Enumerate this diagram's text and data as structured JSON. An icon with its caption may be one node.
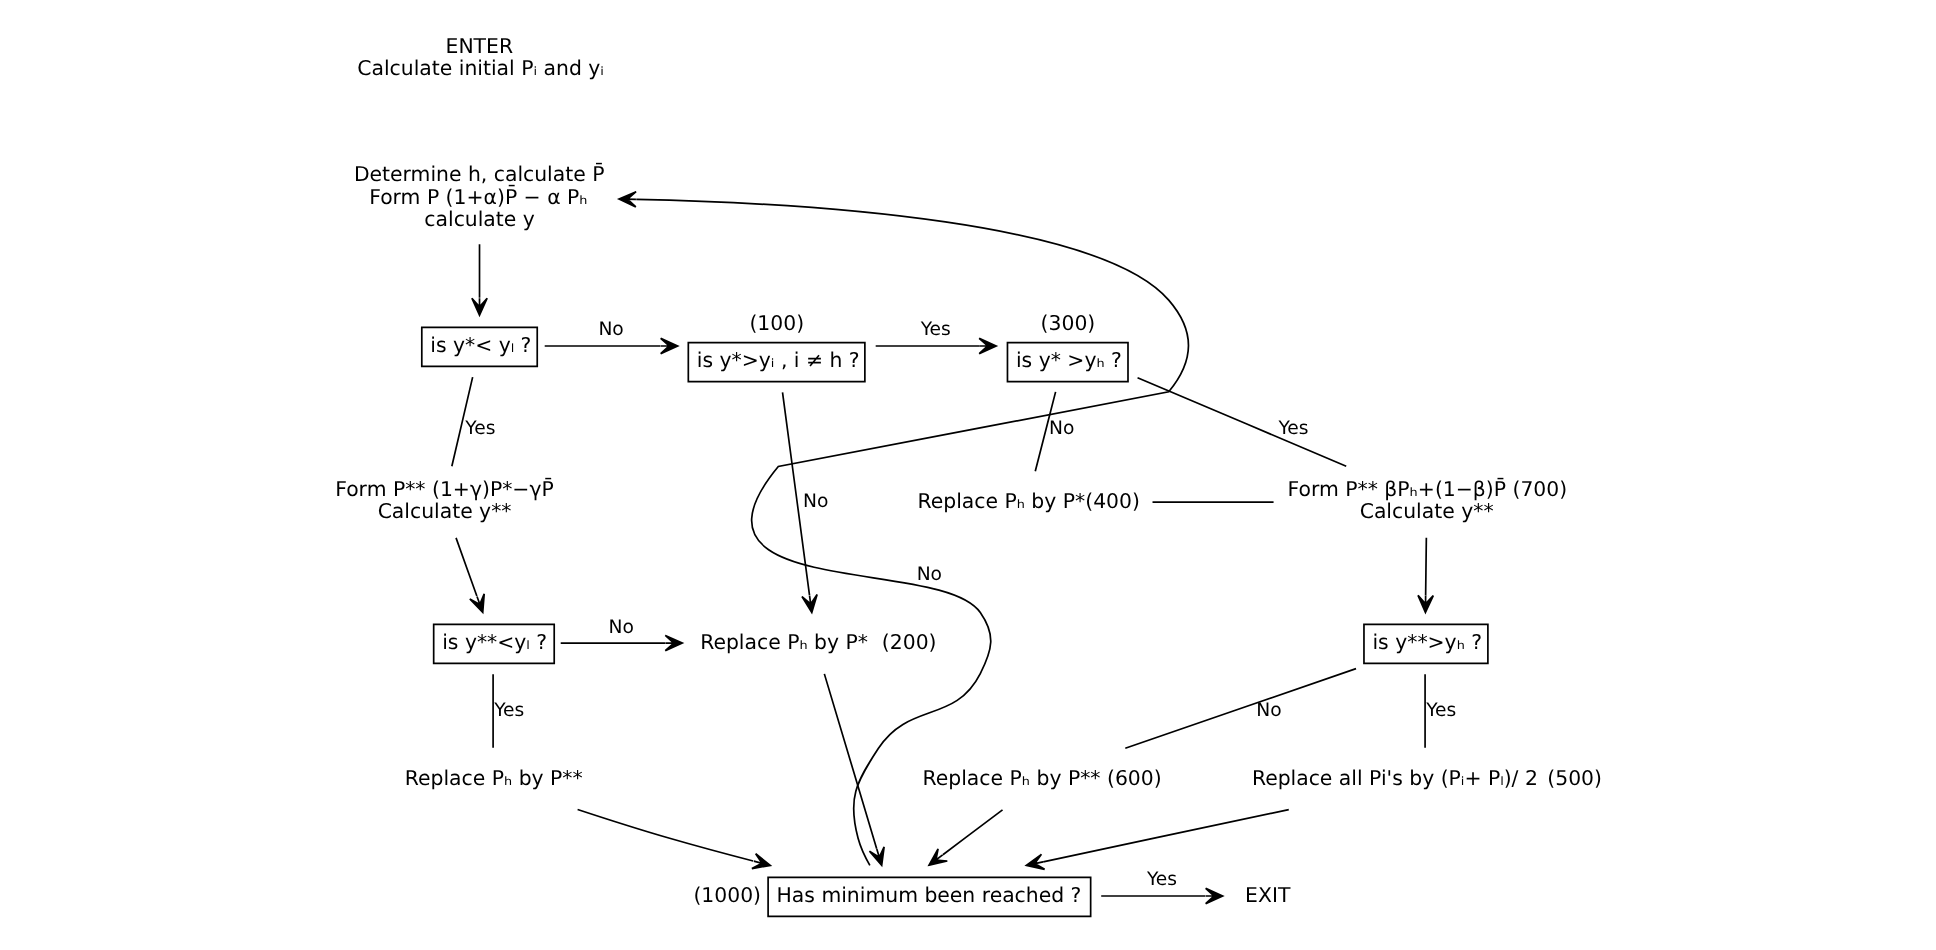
{
  "diagram": {
    "nodes": [
      {
        "text": [
          "ENTER",
          "Calculate initial Pᵢ and yᵢ"
        ]
      },
      {
        "text": [
          "Determine h, calculate P̄",
          "Form P (1+α)P̄ − α Pₕ",
          "calculate y"
        ]
      },
      {
        "text": [
          "is y*< yₗ ?"
        ]
      },
      {
        "text": [
          "is y*>yᵢ , i ≠ h ?"
        ],
        "beside": [
          "(100)"
        ]
      },
      {
        "text": [
          "is y* >yₕ ?"
        ],
        "beside": [
          "(300)"
        ]
      },
      {
        "text": [
          "Replace Pₕ by P*(400)"
        ]
      },
      {
        "text": [
          "Form P** (1+γ)P*−γP̄",
          "Calculate y**"
        ]
      },
      {
        "text": [
          "is y**<yₗ ?"
        ]
      },
      {
        "text": [
          "Form P** βPₕ+(1−β)P̄ (700)",
          "Calculate y**"
        ]
      },
      {
        "text": [
          "is y**>yₕ ?"
        ]
      },
      {
        "text": [
          "Replace Pₕ by P**"
        ]
      },
      {
        "text": [
          "Replace Pₕ by P*"
        ],
        "beside": [
          "(200)"
        ]
      },
      {
        "text": [
          "Replace Pₕ by P** (600)"
        ]
      },
      {
        "text": [
          "Replace all Pi's by (Pᵢ+ Pₗ)/ 2"
        ],
        "beside": [
          "(500)"
        ]
      },
      {
        "text": [
          "Has minimum been reached ?"
        ],
        "beside": [
          "(1000)"
        ]
      },
      {
        "text": [
          "EXIT"
        ]
      }
    ],
    "edges": [
      {
        "from": 1,
        "to": 2,
        "arrow": "to"
      },
      {
        "from": 2,
        "to": 3,
        "label": "No",
        "arrow": "to"
      },
      {
        "from": 3,
        "to": 4,
        "label": "Yes",
        "arrow": "to"
      },
      {
        "from": 4,
        "to": 5,
        "label": "No",
        "arrow": "none"
      },
      {
        "from": 2,
        "to": 6,
        "label": "Yes",
        "arrow": "none"
      },
      {
        "from": 6,
        "to": 7,
        "arrow": "to"
      },
      {
        "from": 4,
        "to": 8,
        "label": "Yes",
        "arrow": "none"
      },
      {
        "from": 5,
        "to": 8,
        "arrow": "none"
      },
      {
        "from": 8,
        "to": 9,
        "arrow": "to"
      },
      {
        "from": 7,
        "to": 10,
        "label": "Yes",
        "arrow": "none"
      },
      {
        "from": 3,
        "to": 11,
        "label": "No",
        "arrow": "to"
      },
      {
        "from": 7,
        "to": 11,
        "label": "No",
        "arrow": "to"
      },
      {
        "from": 9,
        "to": 12,
        "label": "No",
        "arrow": "none"
      },
      {
        "from": 9,
        "to": 13,
        "label": "Yes",
        "arrow": "none"
      },
      {
        "from": 10,
        "to": 14,
        "arrow": "to"
      },
      {
        "from": 11,
        "to": 14,
        "arrow": "to"
      },
      {
        "from": 12,
        "to": 14,
        "arrow": "to"
      },
      {
        "from": 13,
        "to": 14,
        "arrow": "to"
      },
      {
        "from": 14,
        "to": 15,
        "label": "Yes",
        "arrow": "to"
      },
      {
        "from": 14,
        "to": 1,
        "label": "No",
        "arrow": "to"
      }
    ]
  }
}
